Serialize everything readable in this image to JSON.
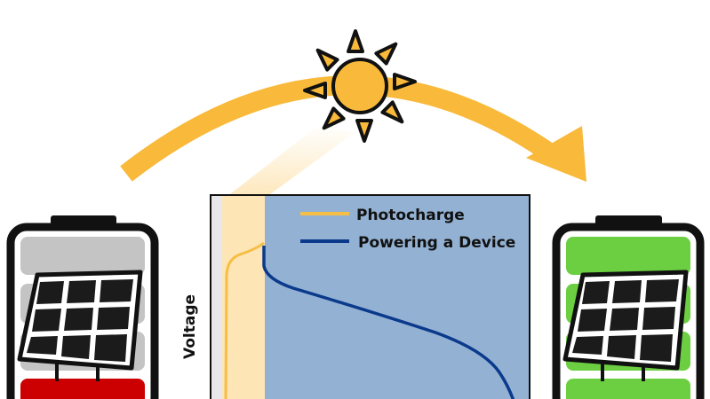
{
  "legend": {
    "photocharge": "Photocharge",
    "powering": "Powering a Device"
  },
  "axis": {
    "ylabel": "Voltage"
  },
  "colors": {
    "sun": "#F9B93A",
    "photocharge_line": "#F7BE45",
    "powering_line": "#0B3A8C",
    "chart_bg": "#93B1D3",
    "photocharge_band": "#FDE5B5",
    "empty_segment": "#C4C4C4",
    "low_segment": "#CC0000",
    "full_segment": "#6CCF42"
  },
  "batteries": [
    {
      "state": "low",
      "segments": [
        "empty",
        "empty",
        "empty",
        "low"
      ]
    },
    {
      "state": "full",
      "segments": [
        "full",
        "full",
        "full",
        "full"
      ]
    }
  ],
  "icons": [
    "sun-icon",
    "arc-arrow-icon",
    "battery-icon",
    "solar-panel-icon"
  ]
}
